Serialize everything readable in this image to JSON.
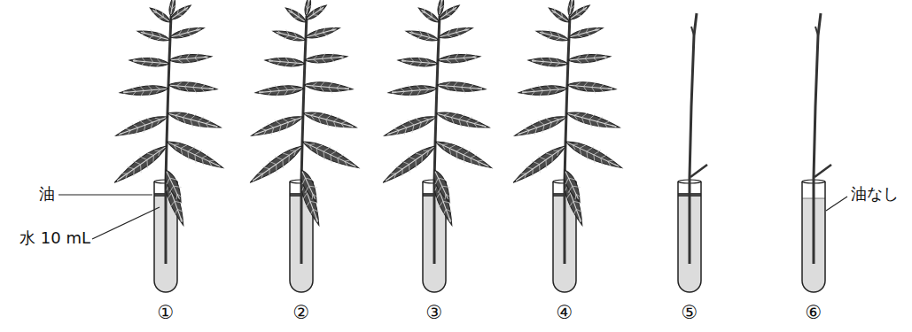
{
  "diagram": {
    "labels": [
      "油",
      "水 10 mL",
      "油なし",
      "①",
      "②",
      "③",
      "④",
      "⑤",
      "⑥"
    ]
  }
}
